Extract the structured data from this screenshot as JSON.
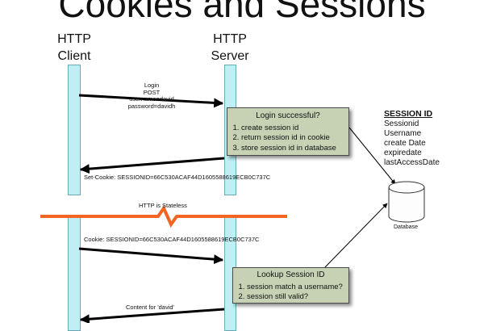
{
  "title": "Cookies and Sessions",
  "client": {
    "line1": "HTTP",
    "line2": "Client"
  },
  "server": {
    "line1": "HTTP",
    "line2": "Server"
  },
  "login_request": {
    "l1": "Login",
    "l2": "POST",
    "l3": "username=david",
    "l4": "password=davidh"
  },
  "note_login": {
    "title": "Login successful?",
    "items": [
      "create session id",
      "return session id in cookie",
      "store session id in database"
    ]
  },
  "set_cookie": "Set-Cookie: SESSIONID=66C530ACAF44D1605588619ECB0C737C",
  "stateless": "HTTP is Stateless",
  "cookie": "Cookie: SESSIONID=66C530ACAF44D1605588619ECB0C737C",
  "note_lookup": {
    "title": "Lookup Session ID",
    "items": [
      "session match a username?",
      "session still valid?"
    ]
  },
  "content": "Content for 'david'",
  "session_table": {
    "title": "SESSION ID",
    "fields": [
      "Sessionid",
      "Username",
      "create Date",
      "expiredate",
      "lastAccessDate"
    ]
  },
  "database_label": "Database",
  "colors": {
    "lifeline": "#bfeef4",
    "note": "#c7d2b5",
    "stateless_line": "#f26522"
  }
}
